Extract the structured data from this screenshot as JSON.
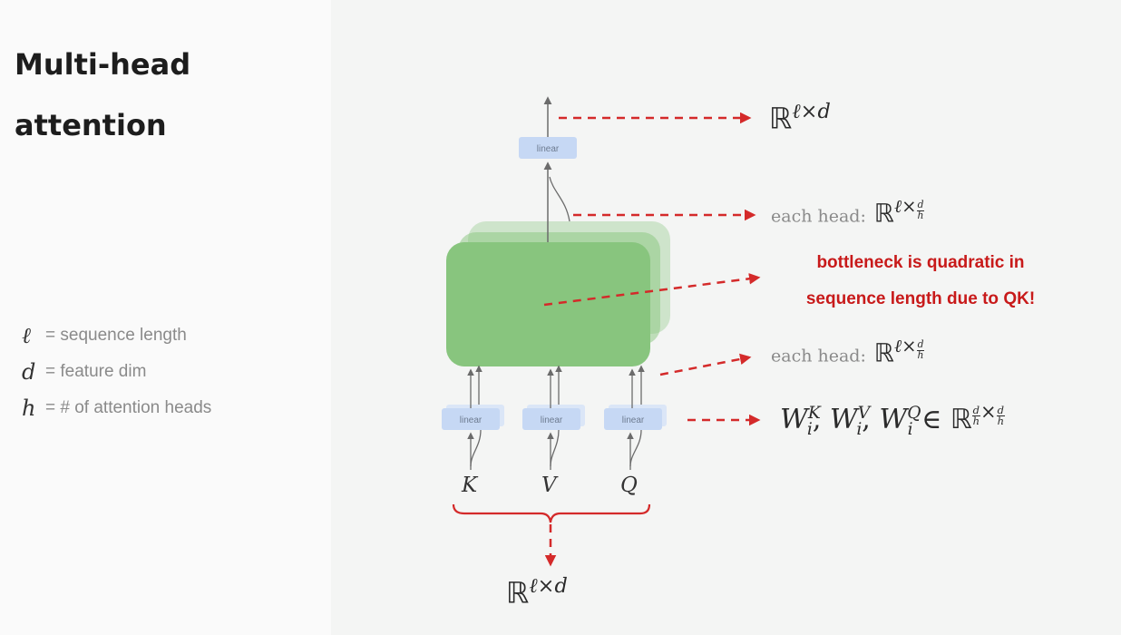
{
  "slide": {
    "title_line1": "Multi-head",
    "title_line2": "attention"
  },
  "legend": [
    {
      "symbol": "ℓ",
      "text": "= sequence length"
    },
    {
      "symbol": "d",
      "text": "= feature dim"
    },
    {
      "symbol": "h",
      "text": "= # of attention heads"
    }
  ],
  "diagram": {
    "linear_label": "linear",
    "inputs": [
      "K",
      "V",
      "Q"
    ],
    "each_head_label": "each head:",
    "bottleneck_line1": "bottleneck is quadratic in",
    "bottleneck_line2": "sequence length due to QK!",
    "accent_color": "#d42a2a",
    "block_color": "#88c57e",
    "linear_box_color": "#c6d8f4"
  },
  "math": {
    "R": "ℝ",
    "ell": "ℓ",
    "times": "×",
    "d": "d",
    "h": "h",
    "W": "W",
    "i": "i",
    "K": "K",
    "V": "V",
    "Q": "Q",
    "comma": ",",
    "in": "∈"
  }
}
